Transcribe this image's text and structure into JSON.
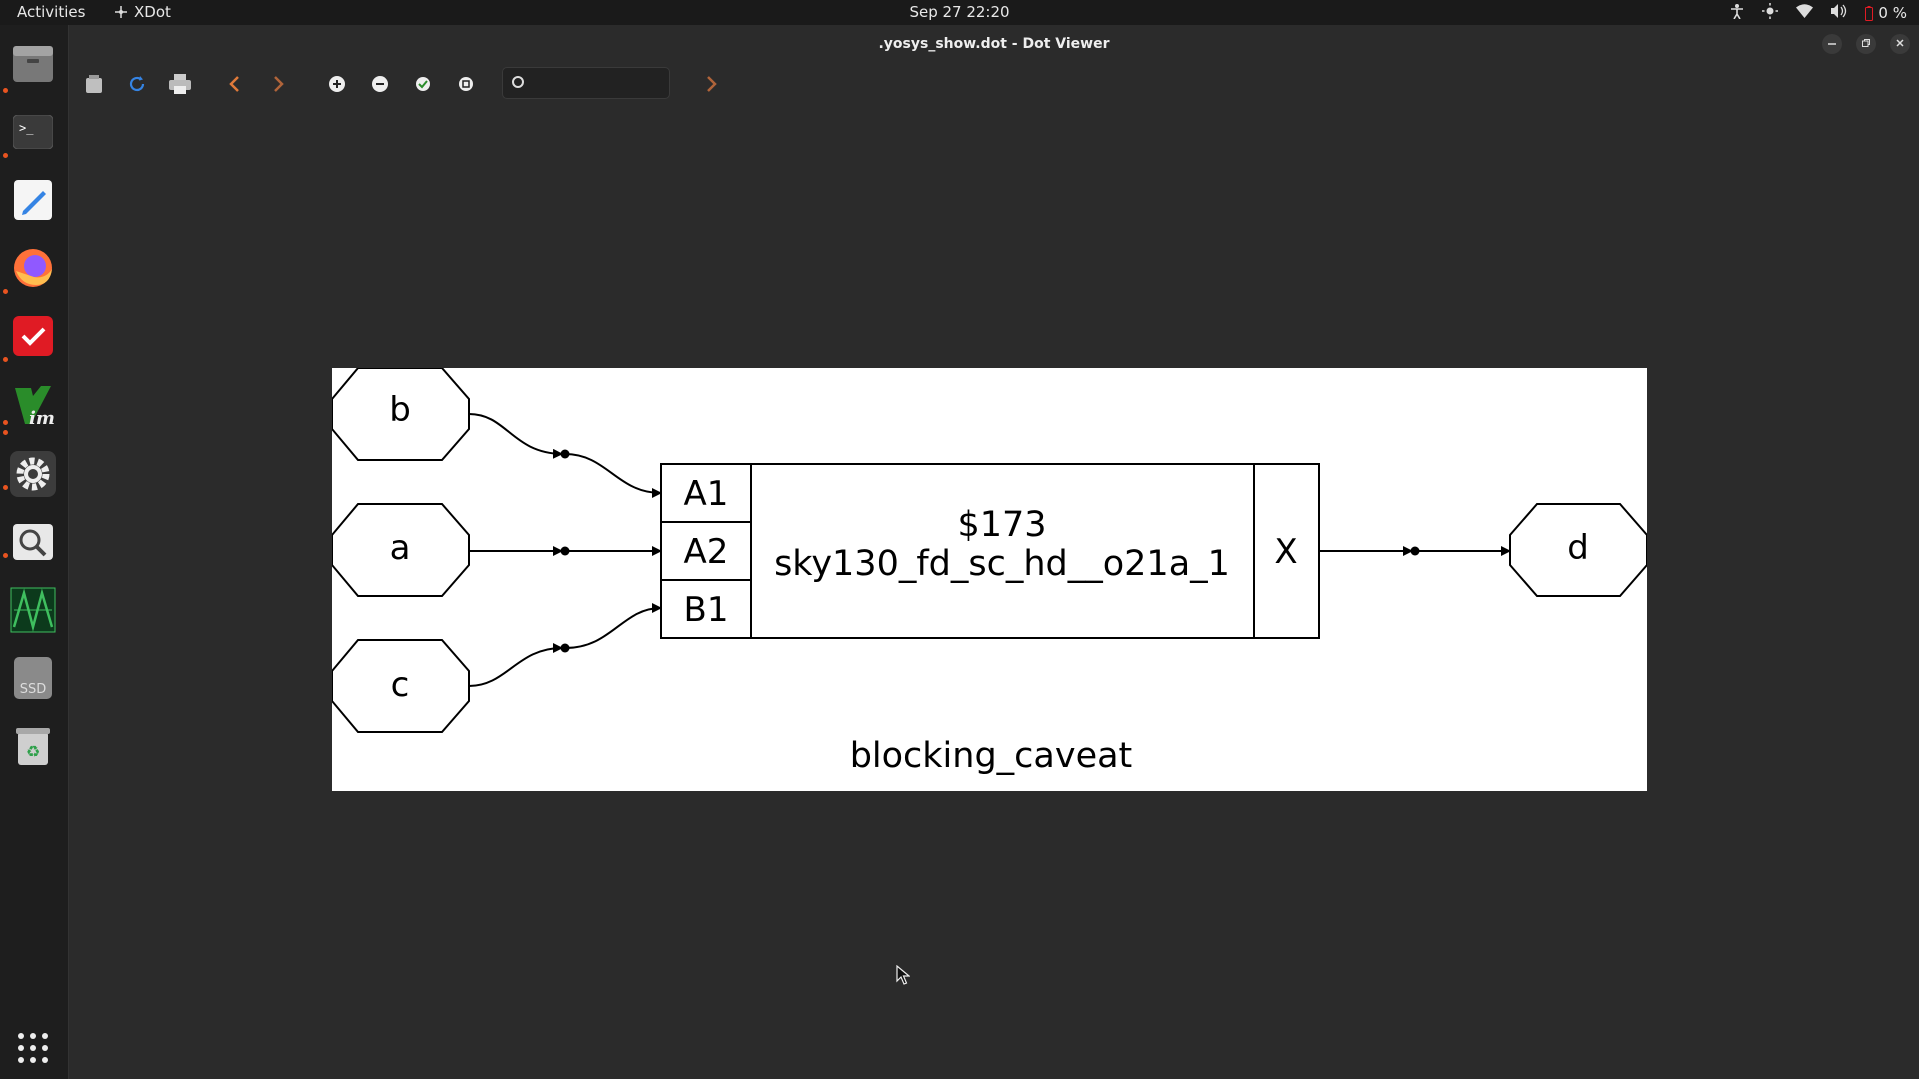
{
  "topbar": {
    "activities": "Activities",
    "app_name": "XDot",
    "clock": "Sep 27  22:20",
    "battery": "0 %"
  },
  "window": {
    "title": ".yosys_show.dot - Dot Viewer"
  },
  "search": {
    "value": ""
  },
  "graph": {
    "inputs": [
      "b",
      "a",
      "c"
    ],
    "output": "d",
    "cell_id": "$173",
    "cell_type": "sky130_fd_sc_hd__o21a_1",
    "input_ports": [
      "A1",
      "A2",
      "B1"
    ],
    "output_port": "X",
    "label": "blocking_caveat"
  },
  "dock": {
    "ssd_label": "SSD"
  }
}
